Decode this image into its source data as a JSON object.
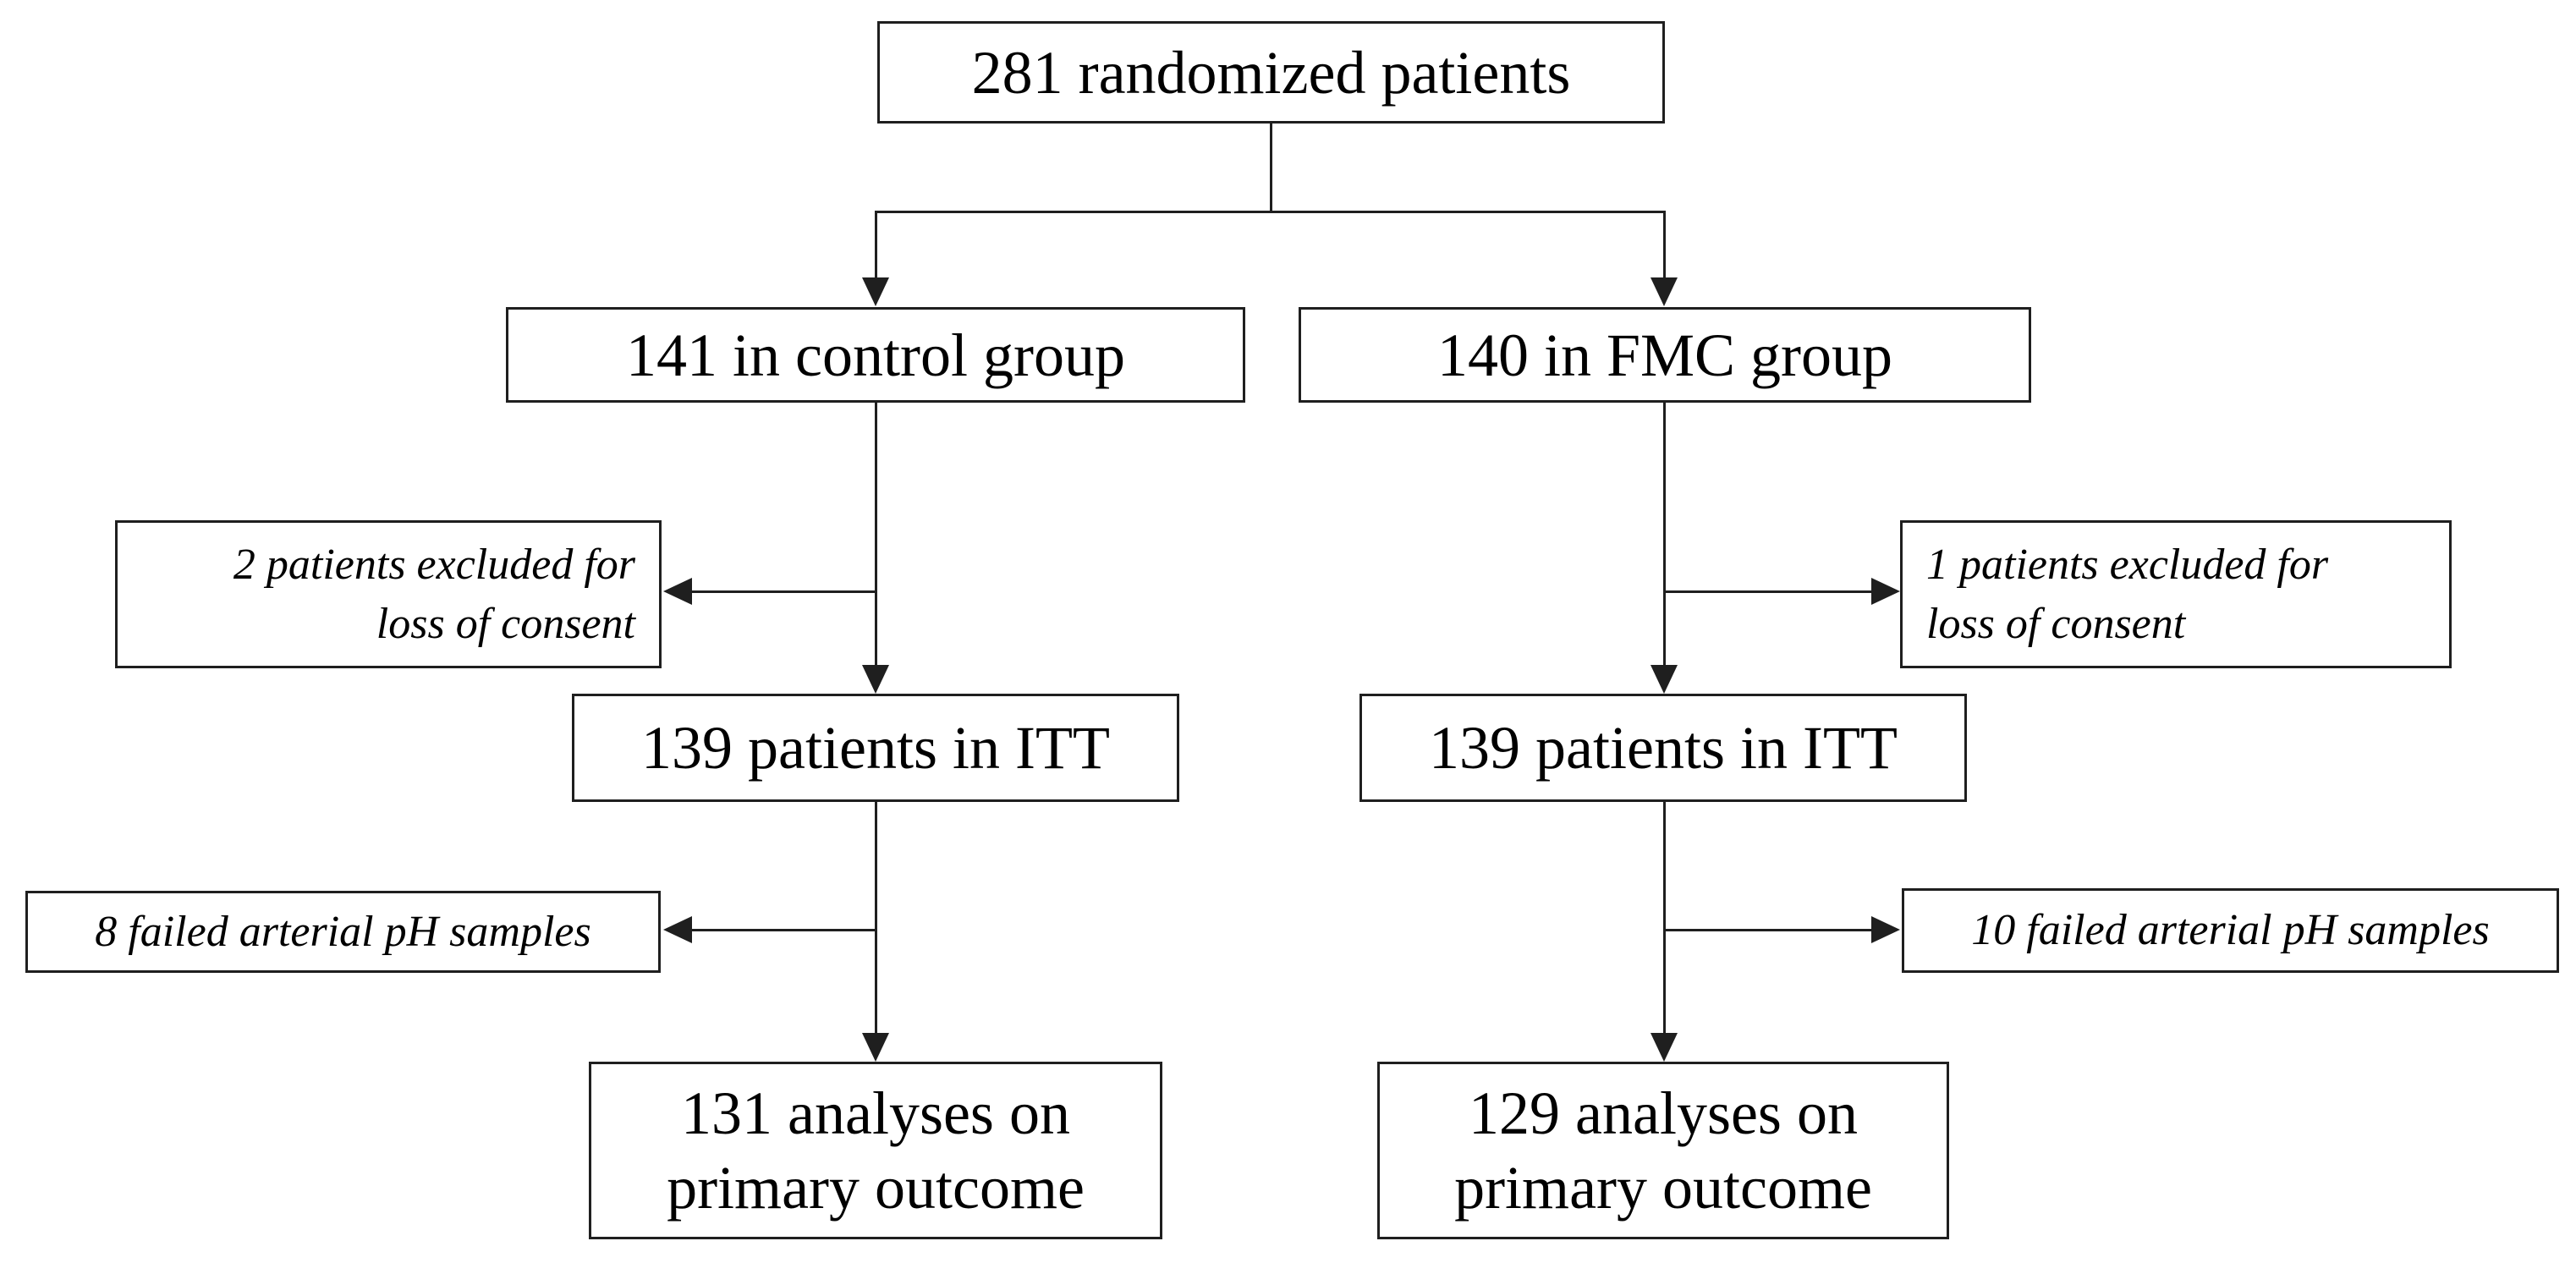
{
  "diagram": {
    "type": "flowchart",
    "description": "CONSORT-style randomized patient flow diagram",
    "colors": {
      "background": "#ffffff",
      "box_fill": "#ffffff",
      "box_border": "#1f1f1f",
      "line": "#1f1f1f",
      "text": "#000000"
    },
    "nodes": {
      "randomized": {
        "label": "281 randomized patients"
      },
      "control_group": {
        "label": "141 in control group"
      },
      "fmc_group": {
        "label": "140 in FMC group"
      },
      "control_excluded": {
        "line1": "2 patients excluded for",
        "line2": "loss of consent"
      },
      "fmc_excluded": {
        "line1": "1 patients excluded for",
        "line2": "loss of consent"
      },
      "control_itt": {
        "label": "139 patients in ITT"
      },
      "fmc_itt": {
        "label": "139 patients in ITT"
      },
      "control_ph": {
        "label": "8 failed arterial pH samples"
      },
      "fmc_ph": {
        "label": "10 failed arterial pH samples"
      },
      "control_outcome": {
        "line1": "131 analyses on",
        "line2": "primary outcome"
      },
      "fmc_outcome": {
        "line1": "129 analyses on",
        "line2": "primary outcome"
      }
    },
    "edges": [
      "randomized -> control_group",
      "randomized -> fmc_group",
      "control_group -> control_excluded",
      "control_group -> control_itt",
      "fmc_group -> fmc_excluded",
      "fmc_group -> fmc_itt",
      "control_itt -> control_ph",
      "control_itt -> control_outcome",
      "fmc_itt -> fmc_ph",
      "fmc_itt -> fmc_outcome"
    ]
  }
}
